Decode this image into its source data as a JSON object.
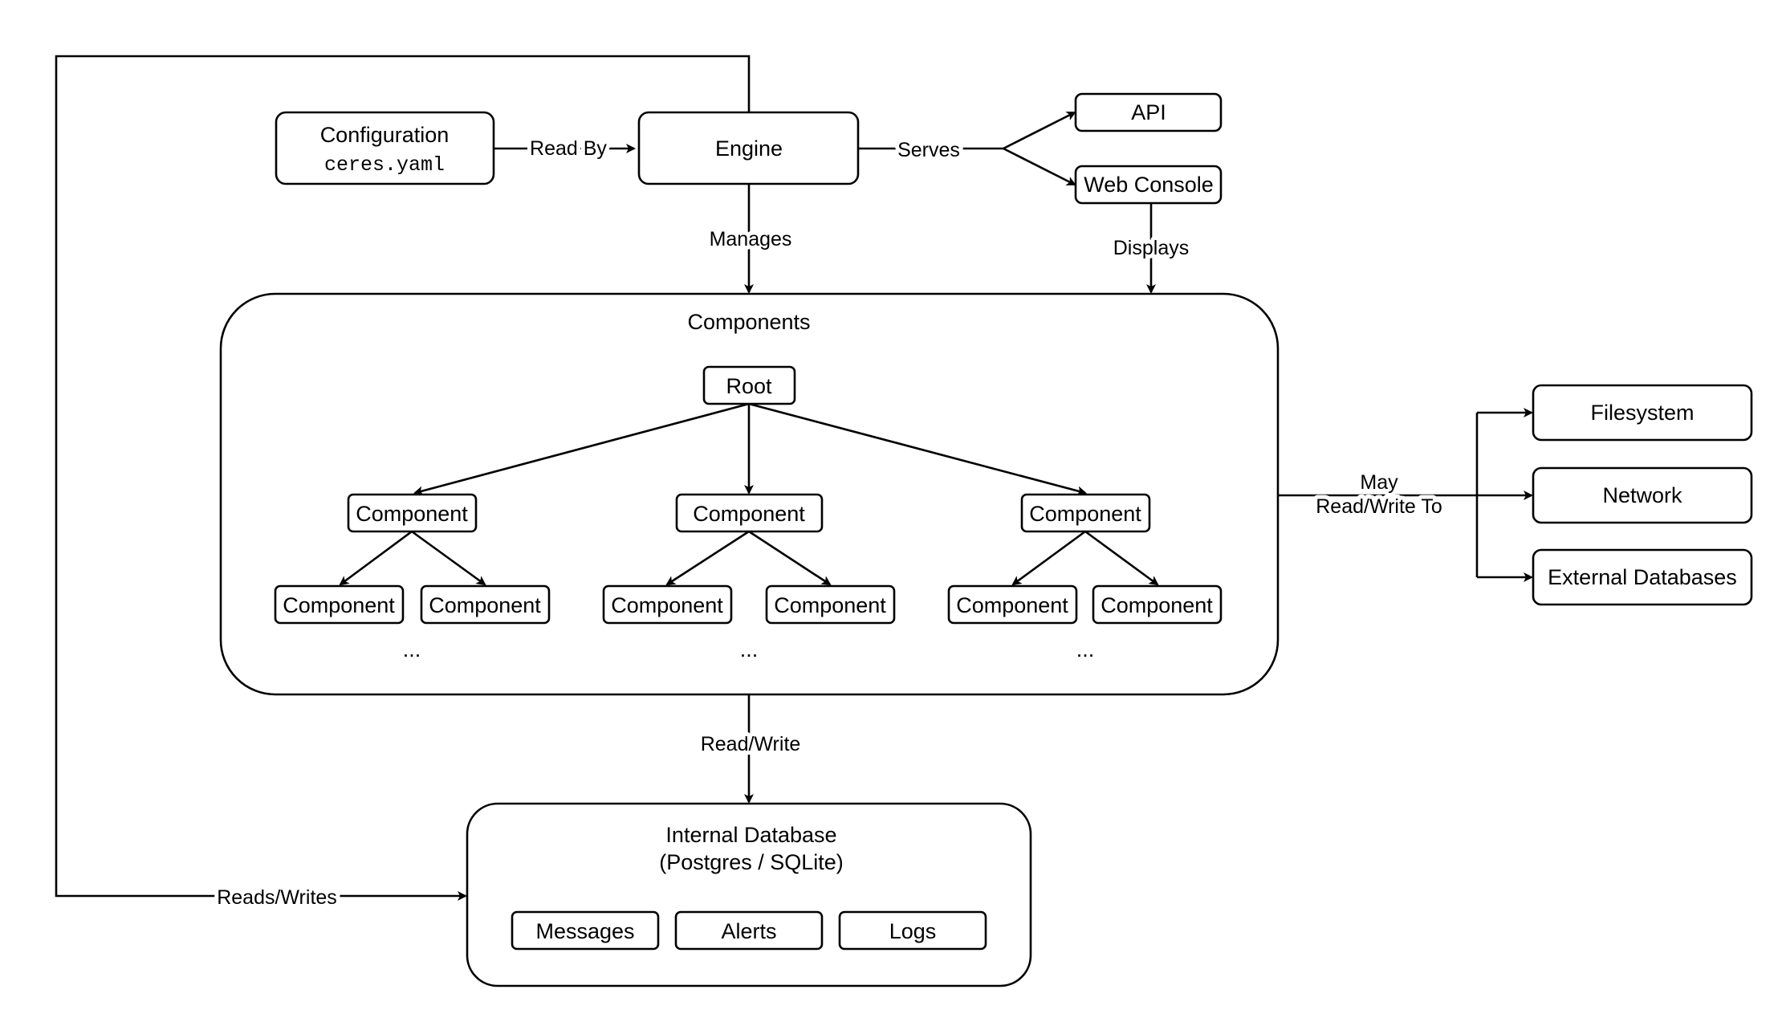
{
  "nodes": {
    "configuration": {
      "title": "Configuration",
      "file": "ceres.yaml"
    },
    "engine": "Engine",
    "api": "API",
    "web_console": "Web Console",
    "components_group": "Components",
    "root": "Root",
    "component": "Component",
    "ellipsis": "...",
    "internal_db": {
      "title": "Internal Database",
      "subtitle": "(Postgres / SQLite)"
    },
    "messages": "Messages",
    "alerts": "Alerts",
    "logs": "Logs",
    "filesystem": "Filesystem",
    "network": "Network",
    "external_databases": "External Databases"
  },
  "edges": {
    "read_by": "Read By",
    "serves": "Serves",
    "manages": "Manages",
    "displays": "Displays",
    "read_write": "Read/Write",
    "reads_writes": "Reads/Writes",
    "may": "May",
    "read_write_to": "Read/Write To"
  }
}
